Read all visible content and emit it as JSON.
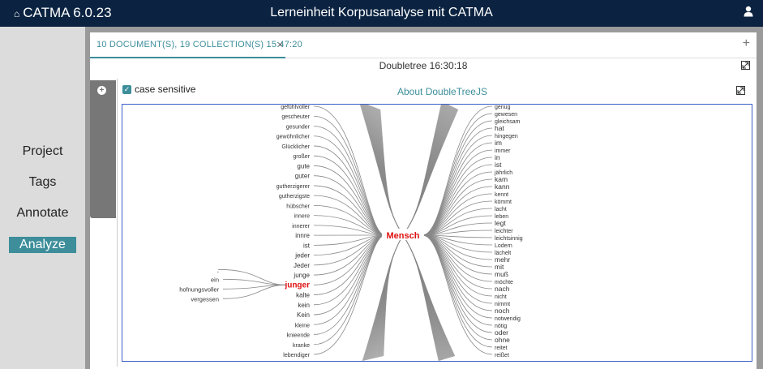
{
  "app": {
    "name": "CATMA 6.0.23",
    "title": "Lerneinheit Korpusanalyse mit CATMA"
  },
  "header_icons": {
    "home": "home-icon",
    "user": "user-icon"
  },
  "nav": [
    {
      "label": "Project",
      "active": false
    },
    {
      "label": "Tags",
      "active": false
    },
    {
      "label": "Annotate",
      "active": false
    },
    {
      "label": "Analyze",
      "active": true
    }
  ],
  "tab": {
    "label": "10 DOCUMENT(S), 19 COLLECTION(S) 15:47:20",
    "close": "×",
    "add": "+"
  },
  "document": {
    "title": "Doubletree 16:30:18"
  },
  "options": {
    "case_sensitive_label": "case sensitive",
    "case_sensitive_checked": true,
    "about_link": "About DoubleTreeJS"
  },
  "colors": {
    "header": "#0b2341",
    "accent": "#3d8e9a",
    "highlight": "#e01010",
    "tree_border": "#3a5ec8"
  },
  "tree": {
    "center": "Mensch",
    "left_words": [
      "gefühlvoller",
      "gescheuter",
      "gesunder",
      "gewöhnlicher",
      "Glücklicher",
      "großer",
      "gute",
      "guter",
      "gutherzigerer",
      "gutherzigste",
      "hübscher",
      "innere",
      "innerer",
      "innre",
      "ist",
      "jeder",
      "Jeder",
      "junge",
      "junger",
      "kalte",
      "kein",
      "Kein",
      "kleine",
      "knieende",
      "kranke",
      "lebendiger"
    ],
    "left_highlight": "junger",
    "second_level": [
      ",",
      "ein",
      "hofnungsvoller",
      "vergessen"
    ],
    "right_words": [
      "genug",
      "gewesen",
      "gleichsam",
      "hat",
      "hingegen",
      "im",
      "immer",
      "in",
      "ist",
      "jährlich",
      "kam",
      "kann",
      "kennt",
      "kömmt",
      "lacht",
      "leben",
      "legt",
      "leichter",
      "leichtsinnig",
      "Lodern",
      "lächelt",
      "mehr",
      "mit",
      "muß",
      "möchte",
      "nach",
      "nicht",
      "nimmt",
      "noch",
      "notwendig",
      "nötig",
      "oder",
      "ohne",
      "reitet",
      "reißet"
    ]
  }
}
